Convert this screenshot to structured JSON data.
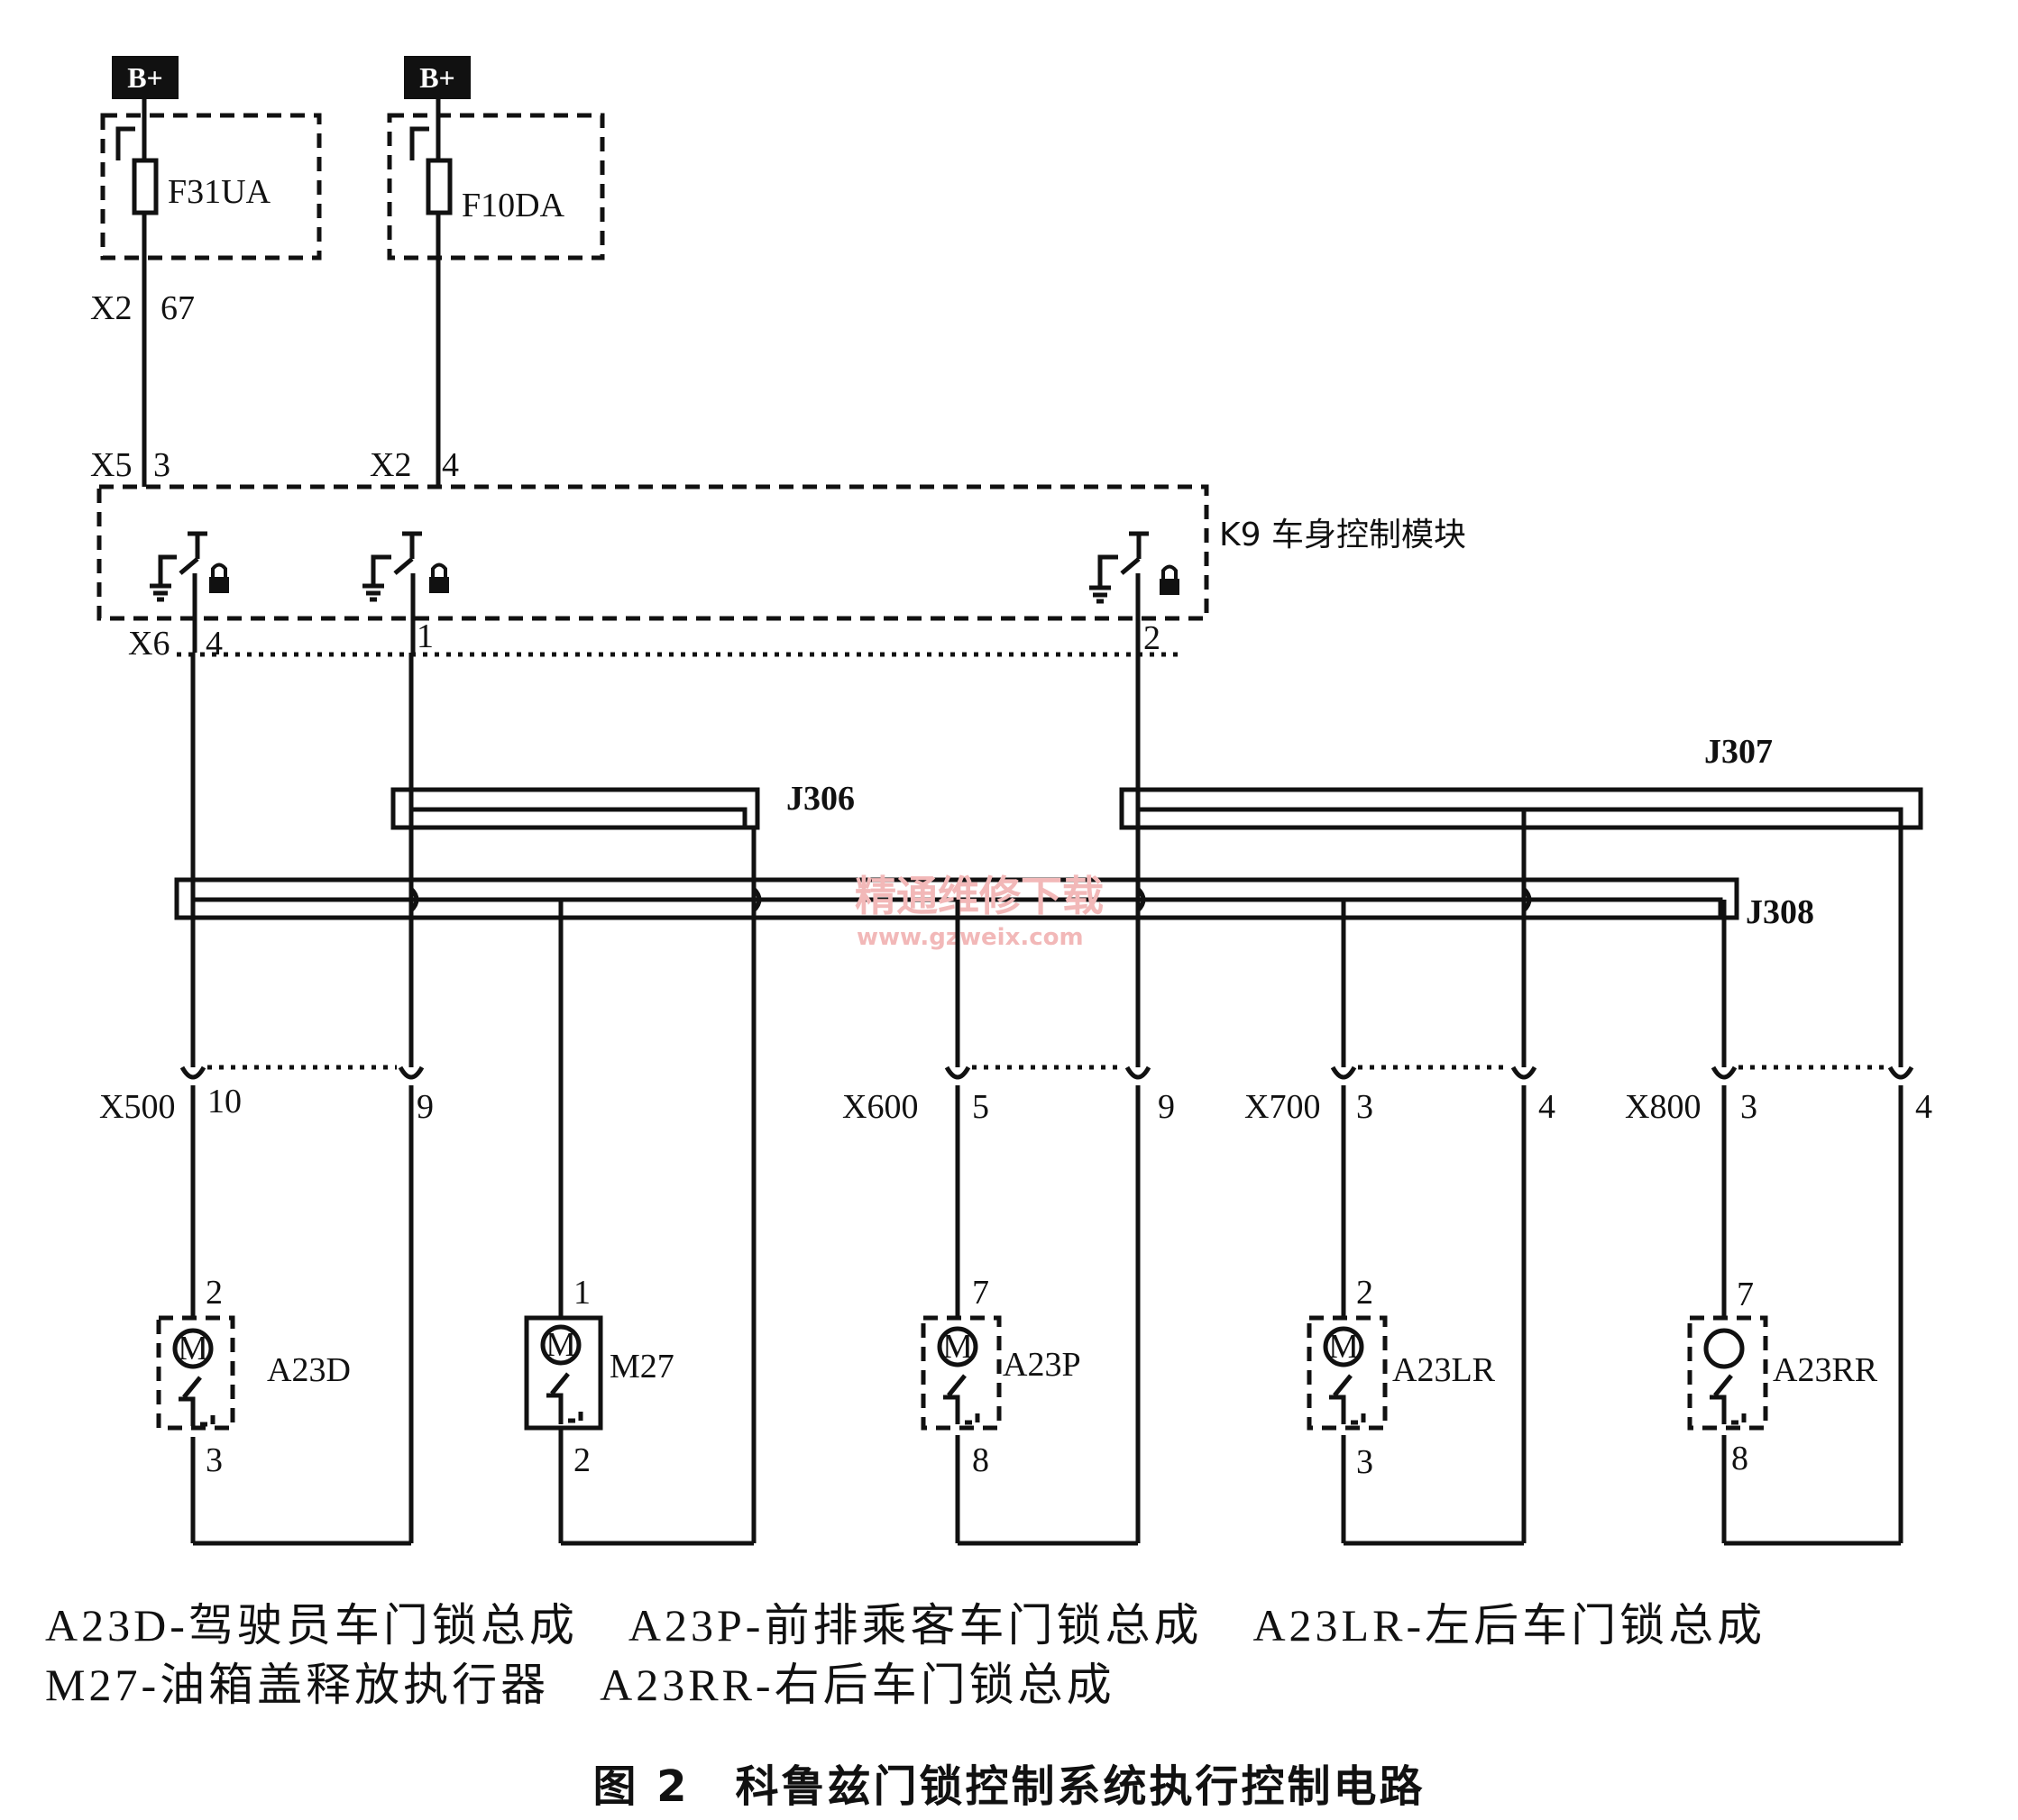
{
  "power": {
    "supply_a": "B+",
    "supply_b": "B+"
  },
  "fuses": {
    "fuse_a": "F31UA",
    "fuse_b": "F10DA"
  },
  "connectors": {
    "x2_upper": "X2",
    "x2_upper_pin": "67",
    "x5": "X5",
    "x5_pin": "3",
    "x2_lower": "X2",
    "x2_lower_pin": "4",
    "x6": "X6",
    "x6_pin_a": "4",
    "x6_pin_b": "1",
    "x6_pin_c": "2",
    "x500": "X500",
    "x500_pin_a": "10",
    "x500_pin_b": "9",
    "x600": "X600",
    "x600_pin_a": "5",
    "x600_pin_b": "9",
    "x700": "X700",
    "x700_pin_a": "3",
    "x700_pin_b": "4",
    "x800": "X800",
    "x800_pin_a": "3",
    "x800_pin_b": "4"
  },
  "module": {
    "label": "K9 车身控制模块"
  },
  "junctions": {
    "j306": "J306",
    "j307": "J307",
    "j308": "J308"
  },
  "actuators": {
    "a23d": {
      "name": "A23D",
      "motor": "M",
      "pin_top": "2",
      "pin_bottom": "3"
    },
    "m27": {
      "name": "M27",
      "motor": "M",
      "pin_top": "1",
      "pin_bottom": "2"
    },
    "a23p": {
      "name": "A23P",
      "motor": "M",
      "pin_top": "7",
      "pin_bottom": "8"
    },
    "a23lr": {
      "name": "A23LR",
      "motor": "M",
      "pin_top": "2",
      "pin_bottom": "3"
    },
    "a23rr": {
      "name": "A23RR",
      "pin_top": "7",
      "pin_bottom": "8"
    }
  },
  "watermark": {
    "text": "精通维修下载",
    "url": "www.gzweix.com"
  },
  "legend": [
    "A23D-驾驶员车门锁总成",
    "A23P-前排乘客车门锁总成",
    "A23LR-左后车门锁总成",
    "M27-油箱盖释放执行器",
    "A23RR-右后车门锁总成"
  ],
  "caption": "图 2　科鲁兹门锁控制系统执行控制电路"
}
